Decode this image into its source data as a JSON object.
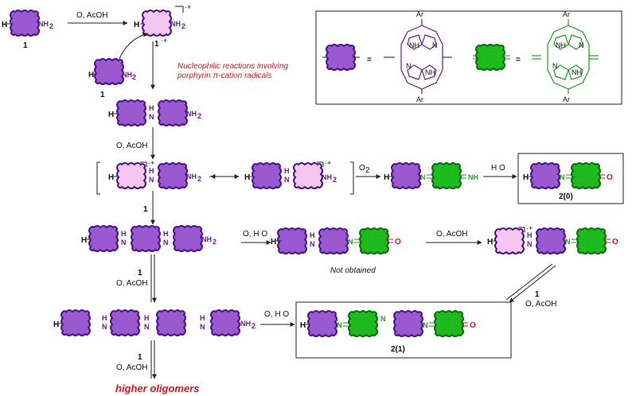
{
  "compounds": {
    "c1": "1",
    "c1_radical": "1",
    "c1_below": "1",
    "c2_0": "2(0)",
    "c2_1": "2(1)"
  },
  "atoms": {
    "H": "H",
    "NH2": "NH",
    "NH2_sub": "2",
    "N": "N",
    "NH_dimer_H": "H",
    "NH_dimer_N": "N",
    "O": "O",
    "NH": "NH",
    "Ar": "Ar"
  },
  "conditions": {
    "o2_acoh": "O, AcOH",
    "o2_h2o": "O, H O",
    "o2_plain": "O",
    "h2o": "H O",
    "sub2": "2",
    "reagent1": "1"
  },
  "annotations": {
    "nucleophilic_line1": "Nucleophilic reactions involving",
    "nucleophilic_line2": "porphyrin π-cation radicals",
    "not_obtained": "Not obtained",
    "higher_oligomers": "higher oligomers",
    "radical_sup": "·+",
    "equals": "="
  },
  "colors": {
    "purple_fill": "#9b59d0",
    "purple_stroke": "#4a148c",
    "pink_fill": "#f5c6f0",
    "green_fill": "#1fbf1f",
    "green_stroke": "#0a6e0a",
    "red_text": "#e0141e"
  }
}
